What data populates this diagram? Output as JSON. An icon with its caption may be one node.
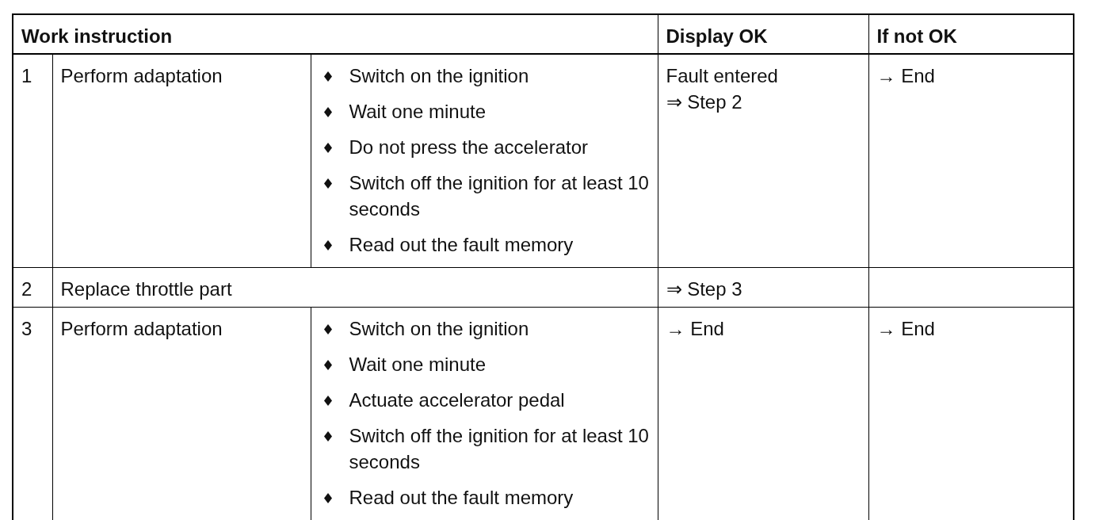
{
  "diagram": {
    "labels": [
      "Work instruction",
      "Display OK",
      "If not OK",
      "1",
      "Perform adaptation",
      "Switch on the ignition",
      "Wait one minute",
      "Do not press the accelerator",
      "Switch off the ignition for at least 10 seconds",
      "Read out the fault memory",
      "Fault entered",
      "⇒ Step 2",
      "→ End",
      "2",
      "Replace throttle part",
      "⇒ Step 3",
      "3",
      "Perform adaptation",
      "Switch on the ignition",
      "Wait one minute",
      "Actuate accelerator pedal",
      "Switch off the ignition for at least 10 seconds",
      "Read out the fault memory",
      "→ End",
      "→ End"
    ]
  }
}
